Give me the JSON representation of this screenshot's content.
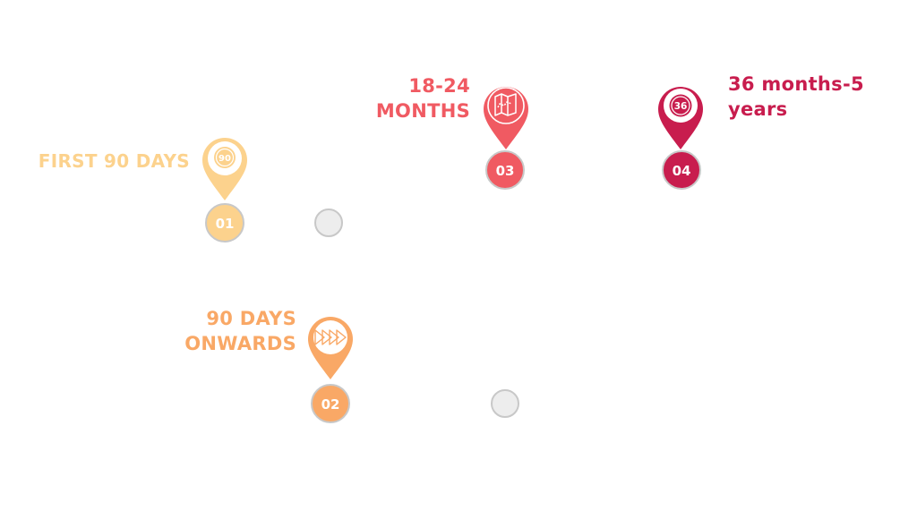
{
  "colors": {
    "m1": "#FCD28D",
    "m2": "#F9A866",
    "m3": "#F05A62",
    "m4": "#C81D4E",
    "node_fill": "#EDEDED",
    "node_stroke": "#C8C8C8"
  },
  "milestones": [
    {
      "number": "01",
      "lines": [
        "FIRST 90 DAYS"
      ],
      "icon": "badge-90-icon",
      "icon_text": "90"
    },
    {
      "number": "02",
      "lines": [
        "90 DAYS",
        "ONWARDS"
      ],
      "icon": "fast-forward-icon"
    },
    {
      "number": "03",
      "lines": [
        "18-24",
        "MONTHS"
      ],
      "icon": "map-icon"
    },
    {
      "number": "04",
      "lines": [
        "36 months-5",
        "years"
      ],
      "icon": "badge-36-icon",
      "icon_text": "36"
    }
  ]
}
